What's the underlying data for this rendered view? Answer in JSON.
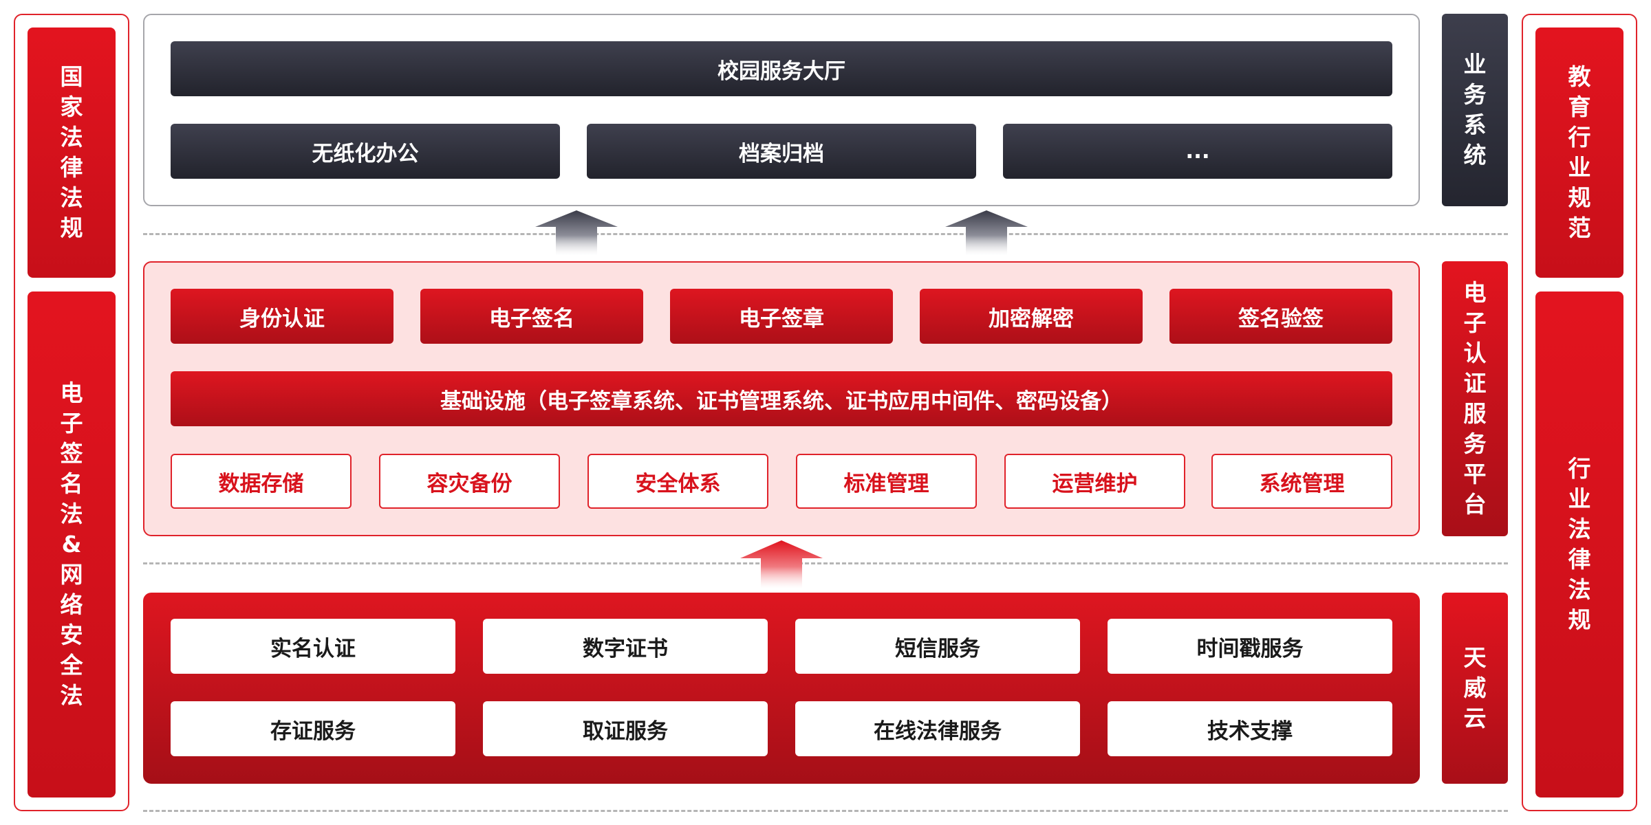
{
  "left_pillars": {
    "top": [
      "国",
      "家",
      "法",
      "律",
      "法",
      "规"
    ],
    "bottom": [
      "电",
      "子",
      "签",
      "名",
      "法",
      "&",
      "网",
      "络",
      "安",
      "全",
      "法"
    ]
  },
  "right_pillars": {
    "top": [
      "教",
      "育",
      "行",
      "业",
      "规",
      "范"
    ],
    "bottom": [
      "行",
      "业",
      "法",
      "律",
      "法",
      "规"
    ]
  },
  "layer_labels": {
    "business": [
      "业",
      "务",
      "系",
      "统"
    ],
    "platform": [
      "电",
      "子",
      "认",
      "证",
      "服",
      "务",
      "平",
      "台"
    ],
    "cloud": [
      "天",
      "威",
      "云"
    ]
  },
  "business": {
    "hall": "校园服务大厅",
    "items": [
      "无纸化办公",
      "档案归档",
      "..."
    ]
  },
  "platform": {
    "services": [
      "身份认证",
      "电子签名",
      "电子签章",
      "加密解密",
      "签名验签"
    ],
    "infrastructure": "基础设施（电子签章系统、证书管理系统、证书应用中间件、密码设备）",
    "support": [
      "数据存储",
      "容灾备份",
      "安全体系",
      "标准管理",
      "运营维护",
      "系统管理"
    ]
  },
  "cloud": {
    "row1": [
      "实名认证",
      "数字证书",
      "短信服务",
      "时间戳服务"
    ],
    "row2": [
      "存证服务",
      "取证服务",
      "在线法律服务",
      "技术支撑"
    ]
  },
  "colors": {
    "brand_red": "#e0222a",
    "dark": "#2b2c37",
    "pink_bg": "#fde1e1"
  }
}
